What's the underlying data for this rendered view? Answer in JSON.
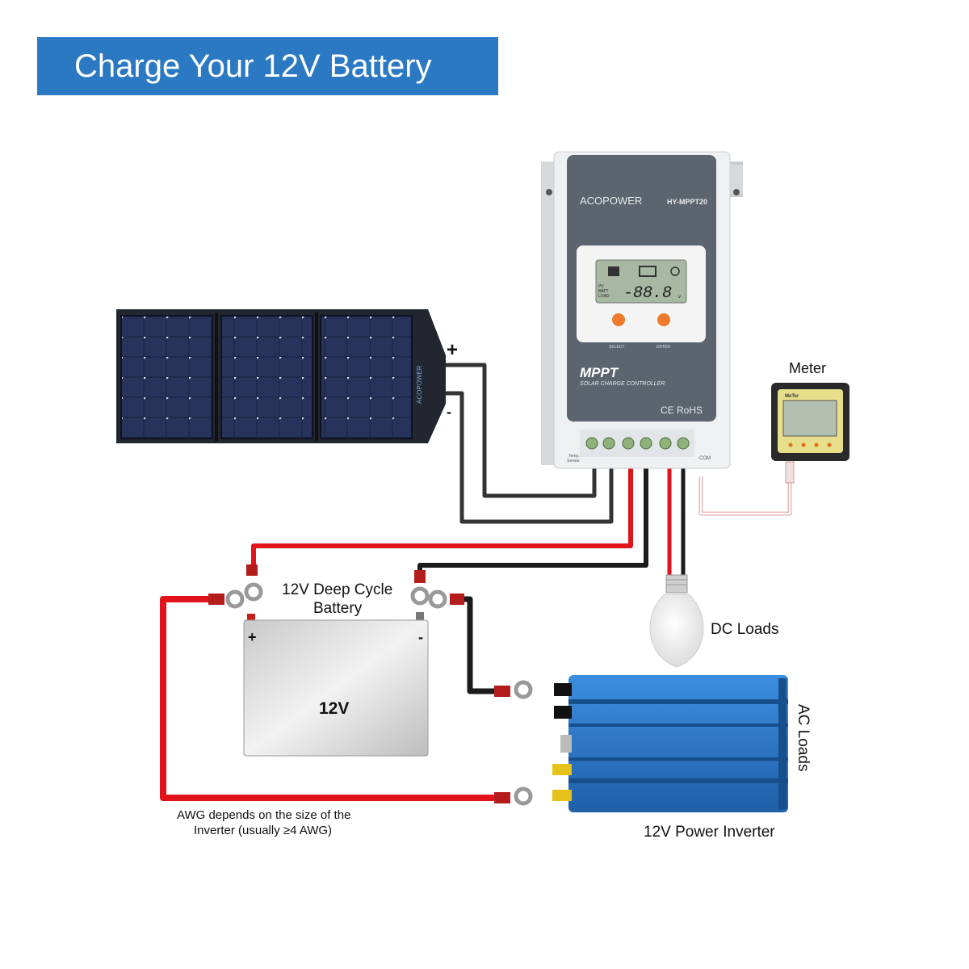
{
  "title": "Charge Your 12V Battery",
  "labels": {
    "battery_name": [
      "12V Deep Cycle",
      "Battery"
    ],
    "battery_face": "12V",
    "battery_plus": "+",
    "battery_minus": "-",
    "meter": "Meter",
    "dc_loads": "DC Loads",
    "ac_loads": "AC Loads",
    "inverter": "12V Power Inverter",
    "awg_note": [
      "AWG depends on the size of the",
      "Inverter (usually ≥4 AWG)"
    ],
    "panel_plus": "+",
    "panel_minus": "-"
  },
  "controller": {
    "brand": "ACOPOWER",
    "model": "HY-MPPT20",
    "lcd_readout": "-88.8",
    "lcd_unit": "v",
    "lcd_side": [
      "PV",
      "BATT",
      "LOAD"
    ],
    "btn_select": "SELECT",
    "btn_enter": "ENTER",
    "mppt": "MPPT",
    "subtitle": "SOLAR CHARGE CONTROLLER",
    "cert": "CE RoHS",
    "temp_sensor": [
      "Temp.",
      "Sensor"
    ],
    "com": "COM"
  },
  "panel": {
    "brand": "ACOPOWER"
  },
  "meter_device": {
    "brand": "MeTer"
  },
  "colors": {
    "banner": "#2b79c2",
    "positive_wire": "#e0141a",
    "negative_wire": "#1b1b1b",
    "controller_face": "#5c6470",
    "inverter": "#2c78c8",
    "panel_cell": "#1f2a4d"
  }
}
